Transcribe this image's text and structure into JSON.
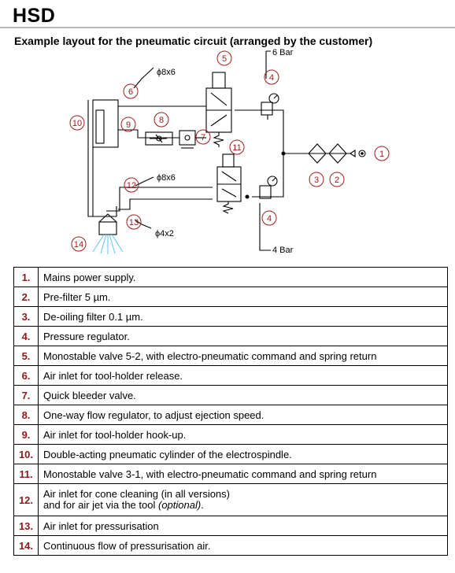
{
  "header": {
    "brand": "HSD"
  },
  "page": {
    "title": "Example layout for the pneumatic circuit (arranged by the customer)"
  },
  "diagram": {
    "labels": {
      "bar6": "6 Bar",
      "bar4": "4 Bar",
      "pipe_8x6_top": "ϕ8x6",
      "pipe_8x6_mid": "ϕ8x6",
      "pipe_4x2": "ϕ4x2"
    },
    "callouts": [
      "1",
      "2",
      "3",
      "4",
      "4",
      "5",
      "6",
      "7",
      "8",
      "9",
      "10",
      "11",
      "12",
      "13",
      "14"
    ],
    "colors": {
      "callout": "#a11b1b",
      "line": "#000000",
      "air": "#5fc6e8"
    }
  },
  "parts": [
    {
      "num": "1.",
      "text": "Mains power supply."
    },
    {
      "num": "2.",
      "text": "Pre-filter 5 µm."
    },
    {
      "num": "3.",
      "text": "De-oiling filter 0.1 µm."
    },
    {
      "num": "4.",
      "text": "Pressure regulator."
    },
    {
      "num": "5.",
      "text": "Monostable valve 5-2, with electro-pneumatic command and spring return"
    },
    {
      "num": "6.",
      "text": "Air inlet for tool-holder release."
    },
    {
      "num": "7.",
      "text": "Quick bleeder valve."
    },
    {
      "num": "8.",
      "text": "One-way flow regulator, to adjust ejection speed."
    },
    {
      "num": "9.",
      "text": "Air inlet for tool-holder hook-up."
    },
    {
      "num": "10.",
      "text": "Double-acting pneumatic cylinder of the electrospindle."
    },
    {
      "num": "11.",
      "text": "Monostable valve 3-1, with electro-pneumatic command and spring return"
    },
    {
      "num": "12.",
      "line1": "Air inlet for cone cleaning (in all versions)",
      "line2a": "and for air jet via the tool ",
      "line2b": "(optional)",
      "line2c": "."
    },
    {
      "num": "13.",
      "text": "Air inlet for pressurisation"
    },
    {
      "num": "14.",
      "text": "Continuous flow of pressurisation air."
    }
  ]
}
